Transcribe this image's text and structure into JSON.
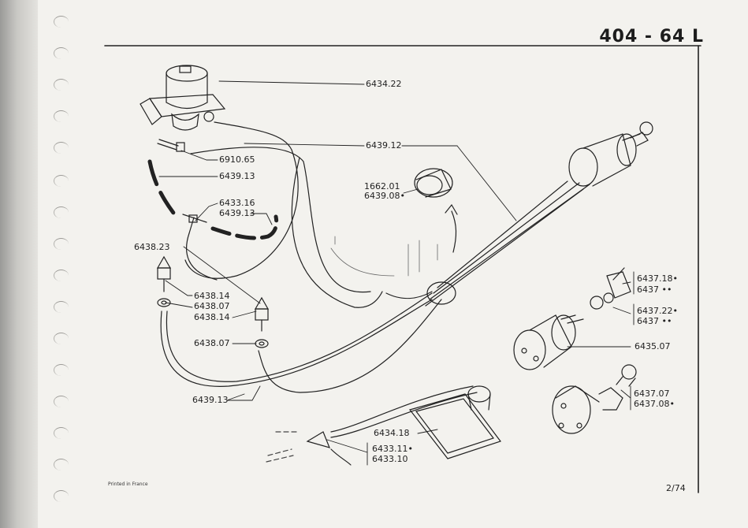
{
  "header": {
    "title": "404 - 64 L"
  },
  "footer": {
    "printed": "Printed in France",
    "page": "2/74"
  },
  "parts": [
    {
      "id": "p1",
      "text": "6434.22"
    },
    {
      "id": "p2",
      "text": "6439.12"
    },
    {
      "id": "p3",
      "text": "6910.65"
    },
    {
      "id": "p4",
      "text": "6439.13"
    },
    {
      "id": "p5",
      "text": "1662.01"
    },
    {
      "id": "p6",
      "text": "6439.08•"
    },
    {
      "id": "p7",
      "text": "6433.16"
    },
    {
      "id": "p8",
      "text": "6439.13"
    },
    {
      "id": "p9",
      "text": "6438.23"
    },
    {
      "id": "p10",
      "text": "6438.14"
    },
    {
      "id": "p11",
      "text": "6438.07"
    },
    {
      "id": "p12",
      "text": "6438.14"
    },
    {
      "id": "p13",
      "text": "6438.07"
    },
    {
      "id": "p14",
      "text": "6439.13"
    },
    {
      "id": "p15",
      "text": "6437.18•"
    },
    {
      "id": "p16",
      "text": "6437 ••"
    },
    {
      "id": "p17",
      "text": "6437.22•"
    },
    {
      "id": "p18",
      "text": "6437 ••"
    },
    {
      "id": "p19",
      "text": "6435.07"
    },
    {
      "id": "p20",
      "text": "6437.07"
    },
    {
      "id": "p21",
      "text": "6437.08•"
    },
    {
      "id": "p22",
      "text": "6434.18"
    },
    {
      "id": "p23",
      "text": "6433.11•"
    },
    {
      "id": "p24",
      "text": "6433.10"
    }
  ]
}
